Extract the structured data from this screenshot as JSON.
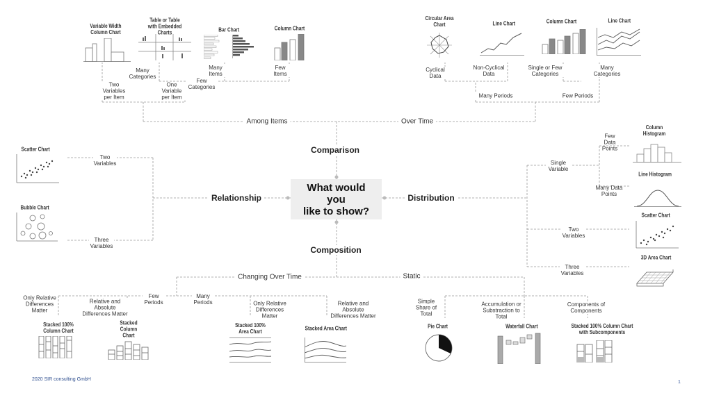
{
  "center": {
    "line1": "What would",
    "line2": "you",
    "line3": "like to show?"
  },
  "categories": {
    "comparison": "Comparison",
    "relationship": "Relationship",
    "distribution": "Distribution",
    "composition": "Composition"
  },
  "comparison": {
    "among_items": "Among Items",
    "over_time": "Over Time",
    "two_variables_per_item": "Two Variables per Item",
    "one_variable_per_item": "One Variable per Item",
    "many_categories": "Many Categories",
    "few_categories": "Few Categories",
    "many_items": "Many Items",
    "few_items": "Few Items",
    "cyclical_data": "Cyclical Data",
    "non_cyclical_data": "Non-Cyclical Data",
    "single_or_few_categories": "Single or Few Categories",
    "many_categories_time": "Many Categories",
    "many_periods": "Many Periods",
    "few_periods": "Few Periods",
    "charts": {
      "variable_width": "Variable Width Column Chart",
      "table_embedded": "Table or Table with Embedded Charts",
      "bar": "Bar Chart",
      "column": "Column Chart",
      "circular_area": "Circular Area Chart",
      "line": "Line Chart",
      "column_time": "Column Chart",
      "line_many": "Line Chart"
    }
  },
  "relationship": {
    "two_variables": "Two Variables",
    "three_variables": "Three Variables",
    "charts": {
      "scatter": "Scatter Chart",
      "bubble": "Bubble Chart"
    }
  },
  "distribution": {
    "single_variable": "Single Variable",
    "few_data_points": "Few Data Points",
    "many_data_points": "Many Data Points",
    "two_variables": "Two Variables",
    "three_variables": "Three Variables",
    "charts": {
      "column_histogram": "Column Histogram",
      "line_histogram": "Line Histogram",
      "scatter": "Scatter Chart",
      "area_3d": "3D Area Chart"
    }
  },
  "composition": {
    "changing_over_time": "Changing Over Time",
    "static": "Static",
    "few_periods": "Few Periods",
    "many_periods": "Many Periods",
    "only_relative_1": "Only Relative Differences Matter",
    "relative_absolute_1": "Relative and Absolute Differences Matter",
    "only_relative_2": "Only Relative Differences Matter",
    "relative_absolute_2": "Relative and Absolute Differences Matter",
    "simple_share": "Simple Share of Total",
    "accumulation": "Accumulation or Substraction to Total",
    "components": "Components of Components",
    "charts": {
      "stacked100_column": "Stacked 100% Column Chart",
      "stacked_column": "Stacked Column Chart",
      "stacked100_area": "Stacked 100% Area Chart",
      "stacked_area": "Stacked Area Chart",
      "pie": "Pie Chart",
      "waterfall": "Waterfall Chart",
      "stacked100_sub": "Stacked 100% Column Chart with Subcomponents"
    }
  },
  "footer": {
    "copyright": "2020 SIR consulting GmbH",
    "page": "1"
  }
}
